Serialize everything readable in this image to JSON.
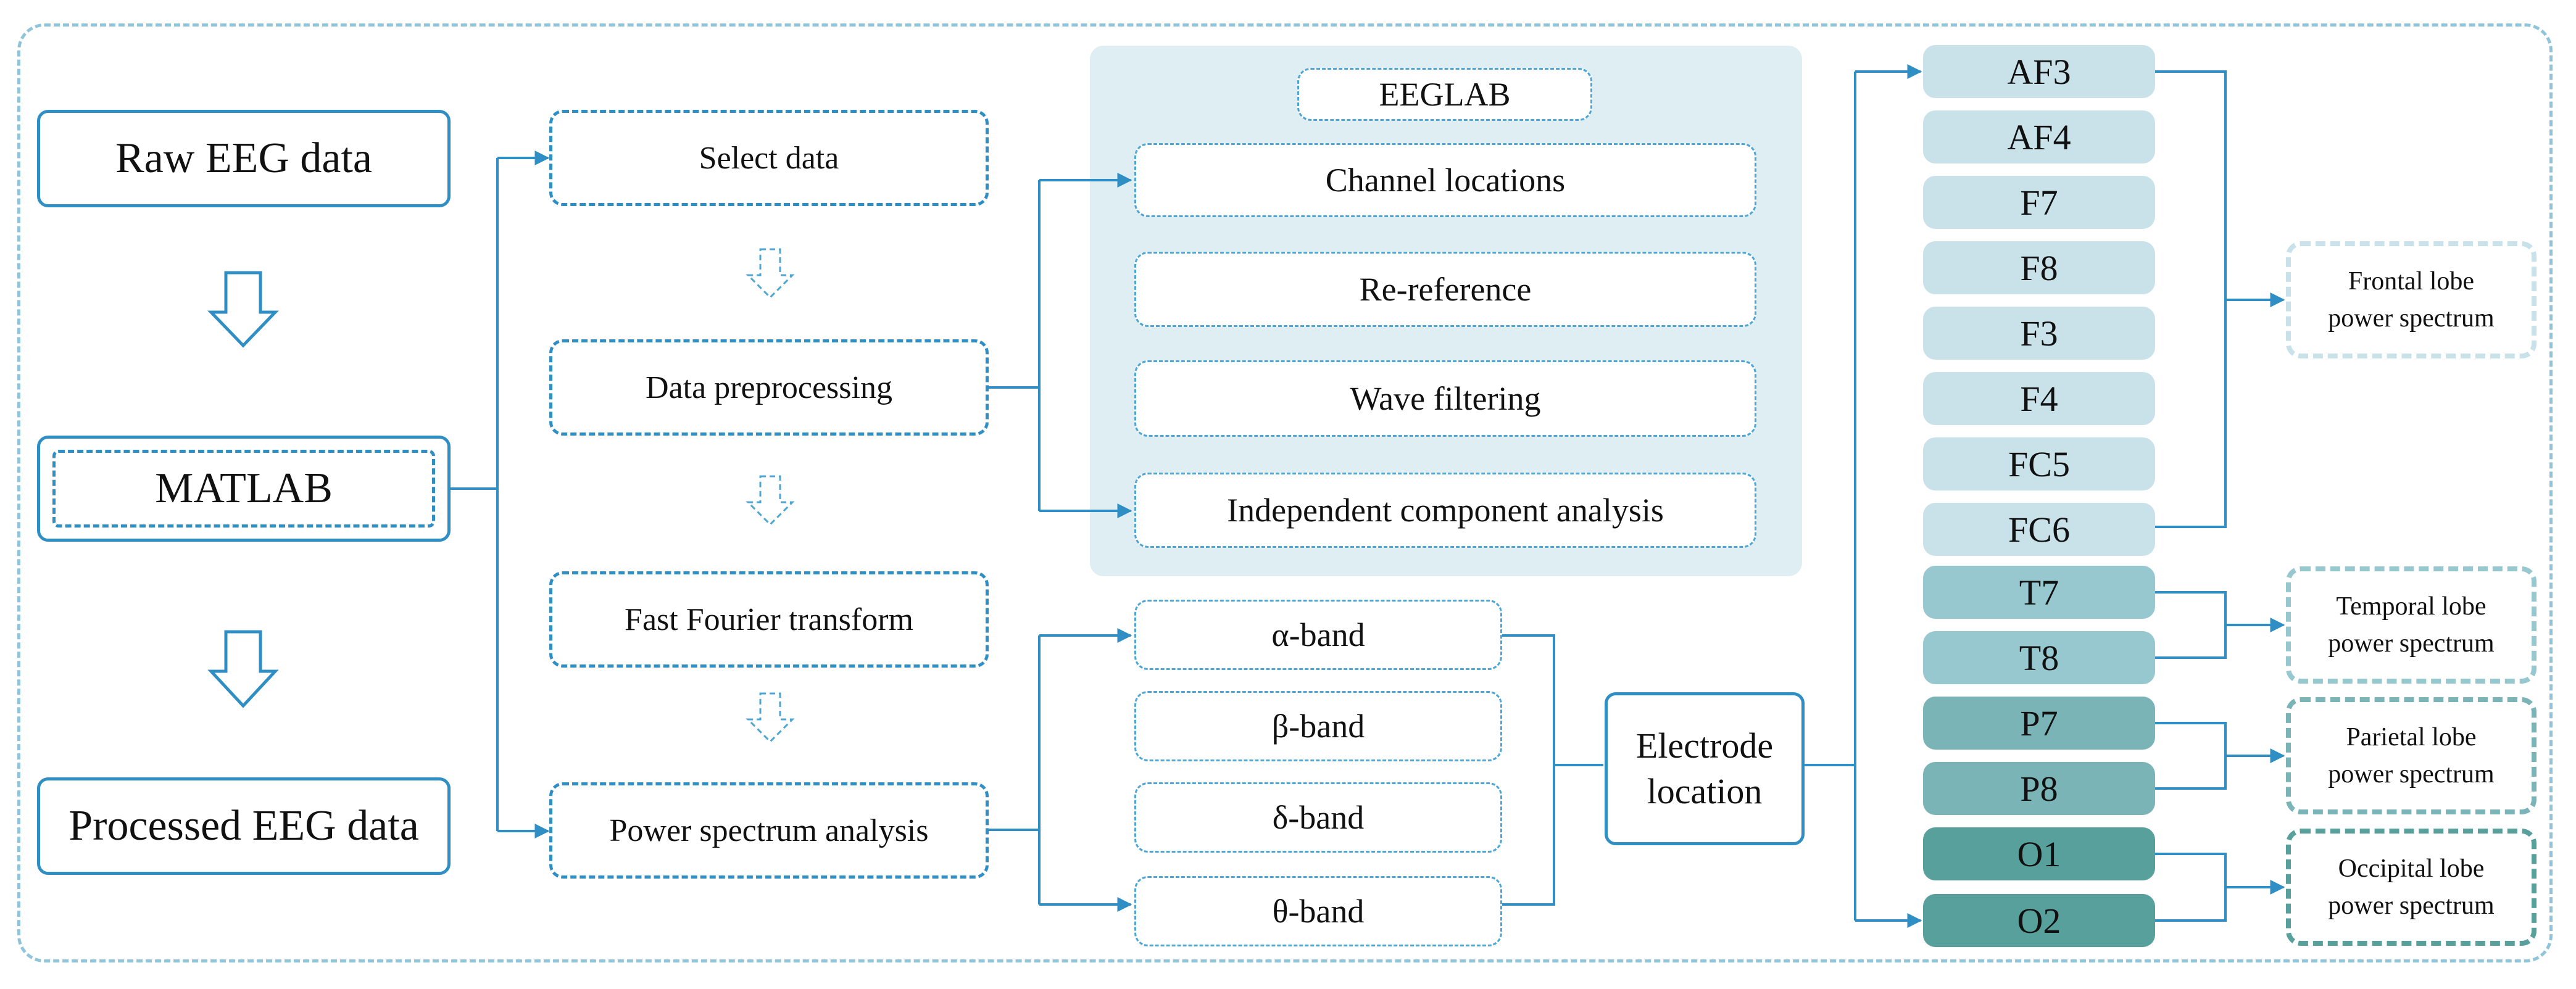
{
  "left_column": {
    "raw": "Raw EEG data",
    "matlab": "MATLAB",
    "processed": "Processed EEG data"
  },
  "steps": {
    "select": "Select data",
    "preprocess": "Data preprocessing",
    "fft": "Fast Fourier transform",
    "psa": "Power spectrum analysis"
  },
  "eeglab": {
    "title": "EEGLAB",
    "items": [
      "Channel locations",
      "Re-reference",
      "Wave filtering",
      "Independent component analysis"
    ]
  },
  "bands": [
    "α-band",
    "β-band",
    "δ-band",
    "θ-band"
  ],
  "electrode_location": "Electrode location",
  "electrodes": [
    "AF3",
    "AF4",
    "F7",
    "F8",
    "F3",
    "F4",
    "FC5",
    "FC6",
    "T7",
    "T8",
    "P7",
    "P8",
    "O1",
    "O2"
  ],
  "outputs": {
    "frontal": {
      "line1": "Frontal lobe",
      "line2": "power spectrum"
    },
    "temporal": {
      "line1": "Temporal lobe",
      "line2": "power spectrum"
    },
    "parietal": {
      "line1": "Parietal lobe",
      "line2": "power spectrum"
    },
    "occipital": {
      "line1": "Occipital lobe",
      "line2": "power spectrum"
    }
  },
  "colors": {
    "accent": "#2f8fc4",
    "frontal": "#c9e2ea",
    "temporal": "#98c8cf",
    "parietal": "#7ab4b6",
    "occipital": "#58a09c"
  }
}
